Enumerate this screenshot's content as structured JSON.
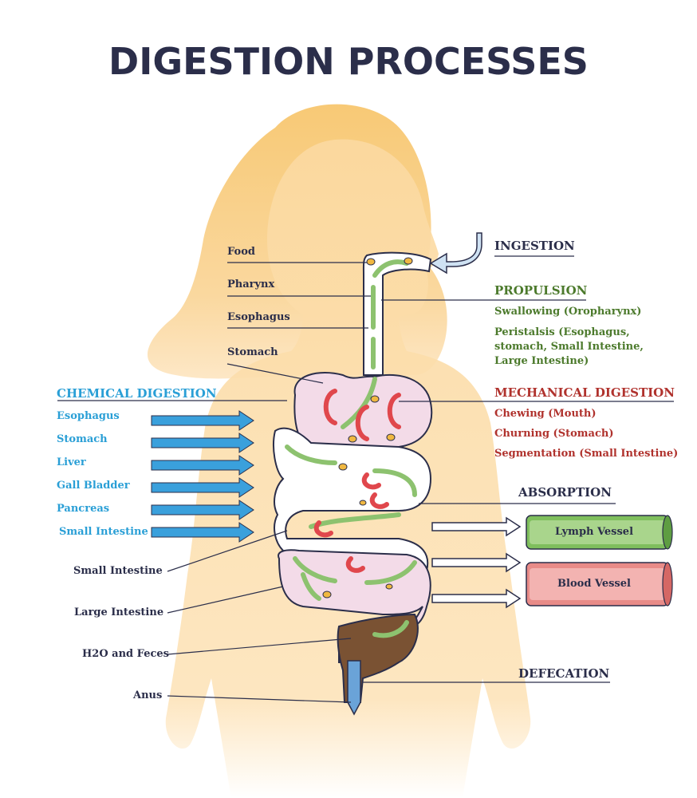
{
  "title": "DIGESTION PROCESSES",
  "left_labels": {
    "food": "Food",
    "pharynx": "Pharynx",
    "esophagus": "Esophagus",
    "stomach": "Stomach",
    "small_intestine": "Small Intestine",
    "large_intestine": "Large Intestine",
    "h2o_feces": "H2O and Feces",
    "anus": "Anus"
  },
  "chemical_digestion": {
    "heading": "CHEMICAL DIGESTION",
    "items": [
      "Esophagus",
      "Stomach",
      "Liver",
      "Gall Bladder",
      "Pancreas",
      "Small Intestine"
    ]
  },
  "ingestion": {
    "heading": "INGESTION"
  },
  "propulsion": {
    "heading": "PROPULSION",
    "line1": "Swallowing (Oropharynx)",
    "line2": "Peristalsis (Esophagus,",
    "line3": "stomach, Small Intestine,",
    "line4": "Large Intestine)"
  },
  "mechanical_digestion": {
    "heading": "MECHANICAL DIGESTION",
    "items": [
      "Chewing (Mouth)",
      "Churning (Stomach)",
      "Segmentation (Small Intestine)"
    ]
  },
  "absorption": {
    "heading": "ABSORPTION",
    "lymph": "Lymph Vessel",
    "blood": "Blood Vessel"
  },
  "defecation": {
    "heading": "DEFECATION"
  },
  "colors": {
    "body": "#fbd9a0",
    "hair": "#f7c66e",
    "gut_fill": "#f3dbe8",
    "arrow_green": "#8dc26f",
    "arrow_red": "#e0474c",
    "food": "#f0b841",
    "lymph": "#7fbf5d",
    "blood": "#e88b88",
    "blue_arrow": "#3aa0dc",
    "feces": "#7a5233"
  }
}
